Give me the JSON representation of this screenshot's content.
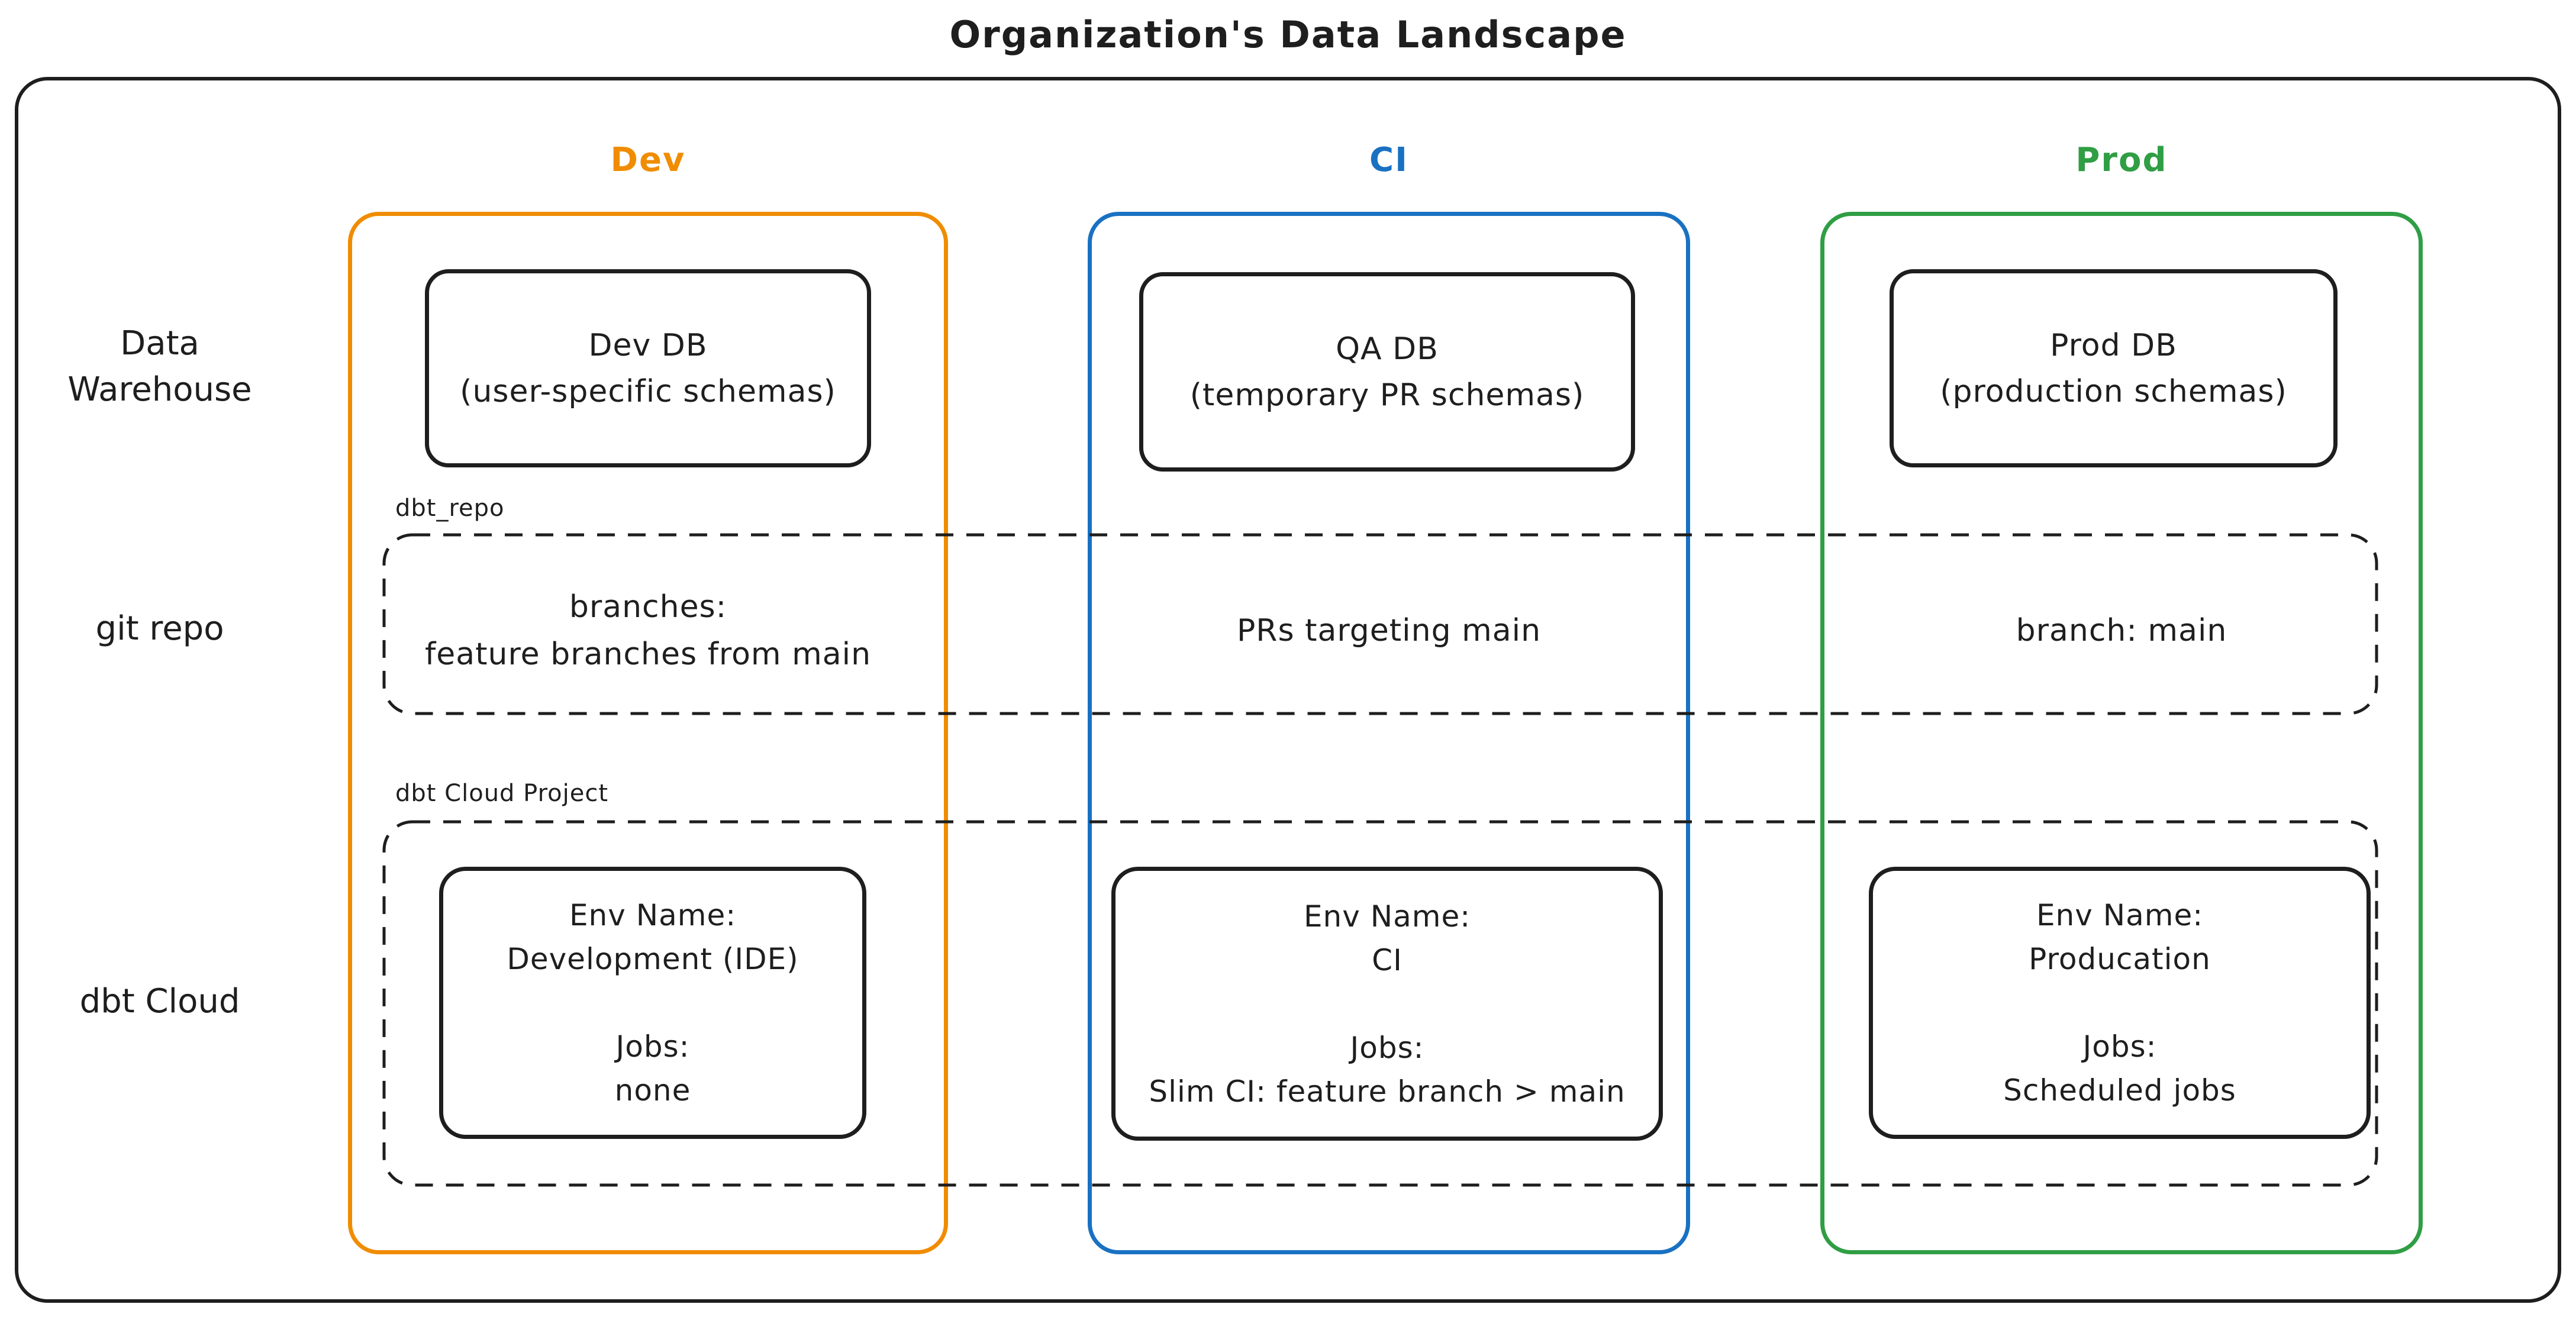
{
  "title": "Organization's Data Landscape",
  "colors": {
    "dev": "#f08c00",
    "ci": "#1971c2",
    "prod": "#2f9e44",
    "ink": "#1e1e1e"
  },
  "columns": {
    "dev": {
      "label": "Dev"
    },
    "ci": {
      "label": "CI"
    },
    "prod": {
      "label": "Prod"
    }
  },
  "row_labels": {
    "warehouse_line1": "Data",
    "warehouse_line2": "Warehouse",
    "git": "git repo",
    "dbt": "dbt Cloud"
  },
  "warehouse": {
    "dev": {
      "line1": "Dev DB",
      "line2": "(user-specific schemas)"
    },
    "ci": {
      "line1": "QA DB",
      "line2": "(temporary PR schemas)"
    },
    "prod": {
      "line1": "Prod DB",
      "line2": "(production schemas)"
    }
  },
  "git_repo": {
    "label": "dbt_repo",
    "dev_line1": "branches:",
    "dev_line2": "feature branches from main",
    "ci": "PRs targeting main",
    "prod": "branch: main"
  },
  "dbt_cloud": {
    "label": "dbt Cloud Project",
    "dev": {
      "env_label": "Env Name:",
      "env": "Development (IDE)",
      "jobs_label": "Jobs:",
      "jobs": "none"
    },
    "ci": {
      "env_label": "Env Name:",
      "env": "CI",
      "jobs_label": "Jobs:",
      "jobs": "Slim CI: feature branch > main"
    },
    "prod": {
      "env_label": "Env Name:",
      "env": "Producation",
      "jobs_label": "Jobs:",
      "jobs": "Scheduled jobs"
    }
  }
}
